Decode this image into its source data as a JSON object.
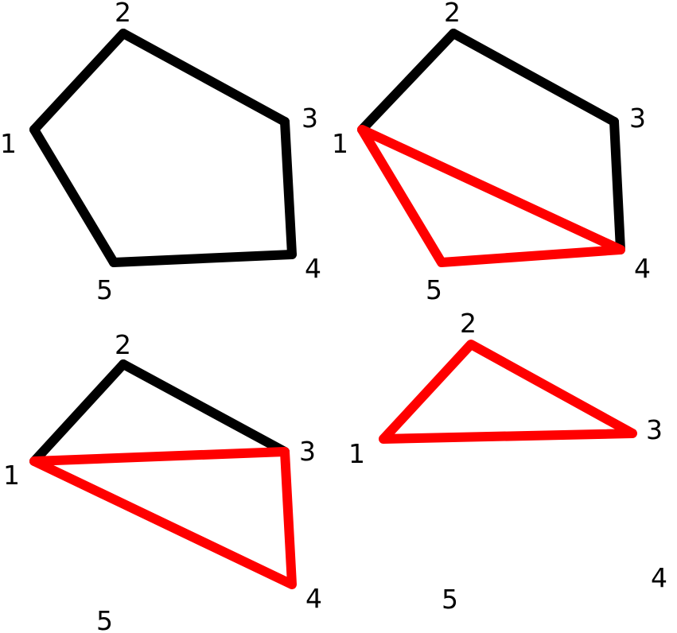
{
  "colors": {
    "polygon_edge": "#000000",
    "triangle_edge": "#ff0000",
    "background": "#ffffff",
    "label": "#000000"
  },
  "panels": [
    {
      "name": "panel-full-pentagon",
      "vertices": [
        "1",
        "2",
        "3",
        "4",
        "5"
      ],
      "black_edges": [
        [
          "1",
          "2"
        ],
        [
          "2",
          "3"
        ],
        [
          "3",
          "4"
        ],
        [
          "4",
          "5"
        ],
        [
          "5",
          "1"
        ]
      ],
      "red_triangle": []
    },
    {
      "name": "panel-ear-145",
      "vertices": [
        "1",
        "2",
        "3",
        "4",
        "5"
      ],
      "black_edges": [
        [
          "1",
          "2"
        ],
        [
          "2",
          "3"
        ],
        [
          "3",
          "4"
        ]
      ],
      "red_triangle": [
        "1",
        "4",
        "5"
      ]
    },
    {
      "name": "panel-ear-134",
      "vertices": [
        "1",
        "2",
        "3",
        "4",
        "5"
      ],
      "black_edges": [
        [
          "1",
          "2"
        ],
        [
          "2",
          "3"
        ]
      ],
      "red_triangle": [
        "1",
        "3",
        "4"
      ]
    },
    {
      "name": "panel-last-triangle-123",
      "vertices": [
        "1",
        "2",
        "3",
        "4",
        "5"
      ],
      "black_edges": [],
      "red_triangle": [
        "1",
        "2",
        "3"
      ]
    }
  ]
}
